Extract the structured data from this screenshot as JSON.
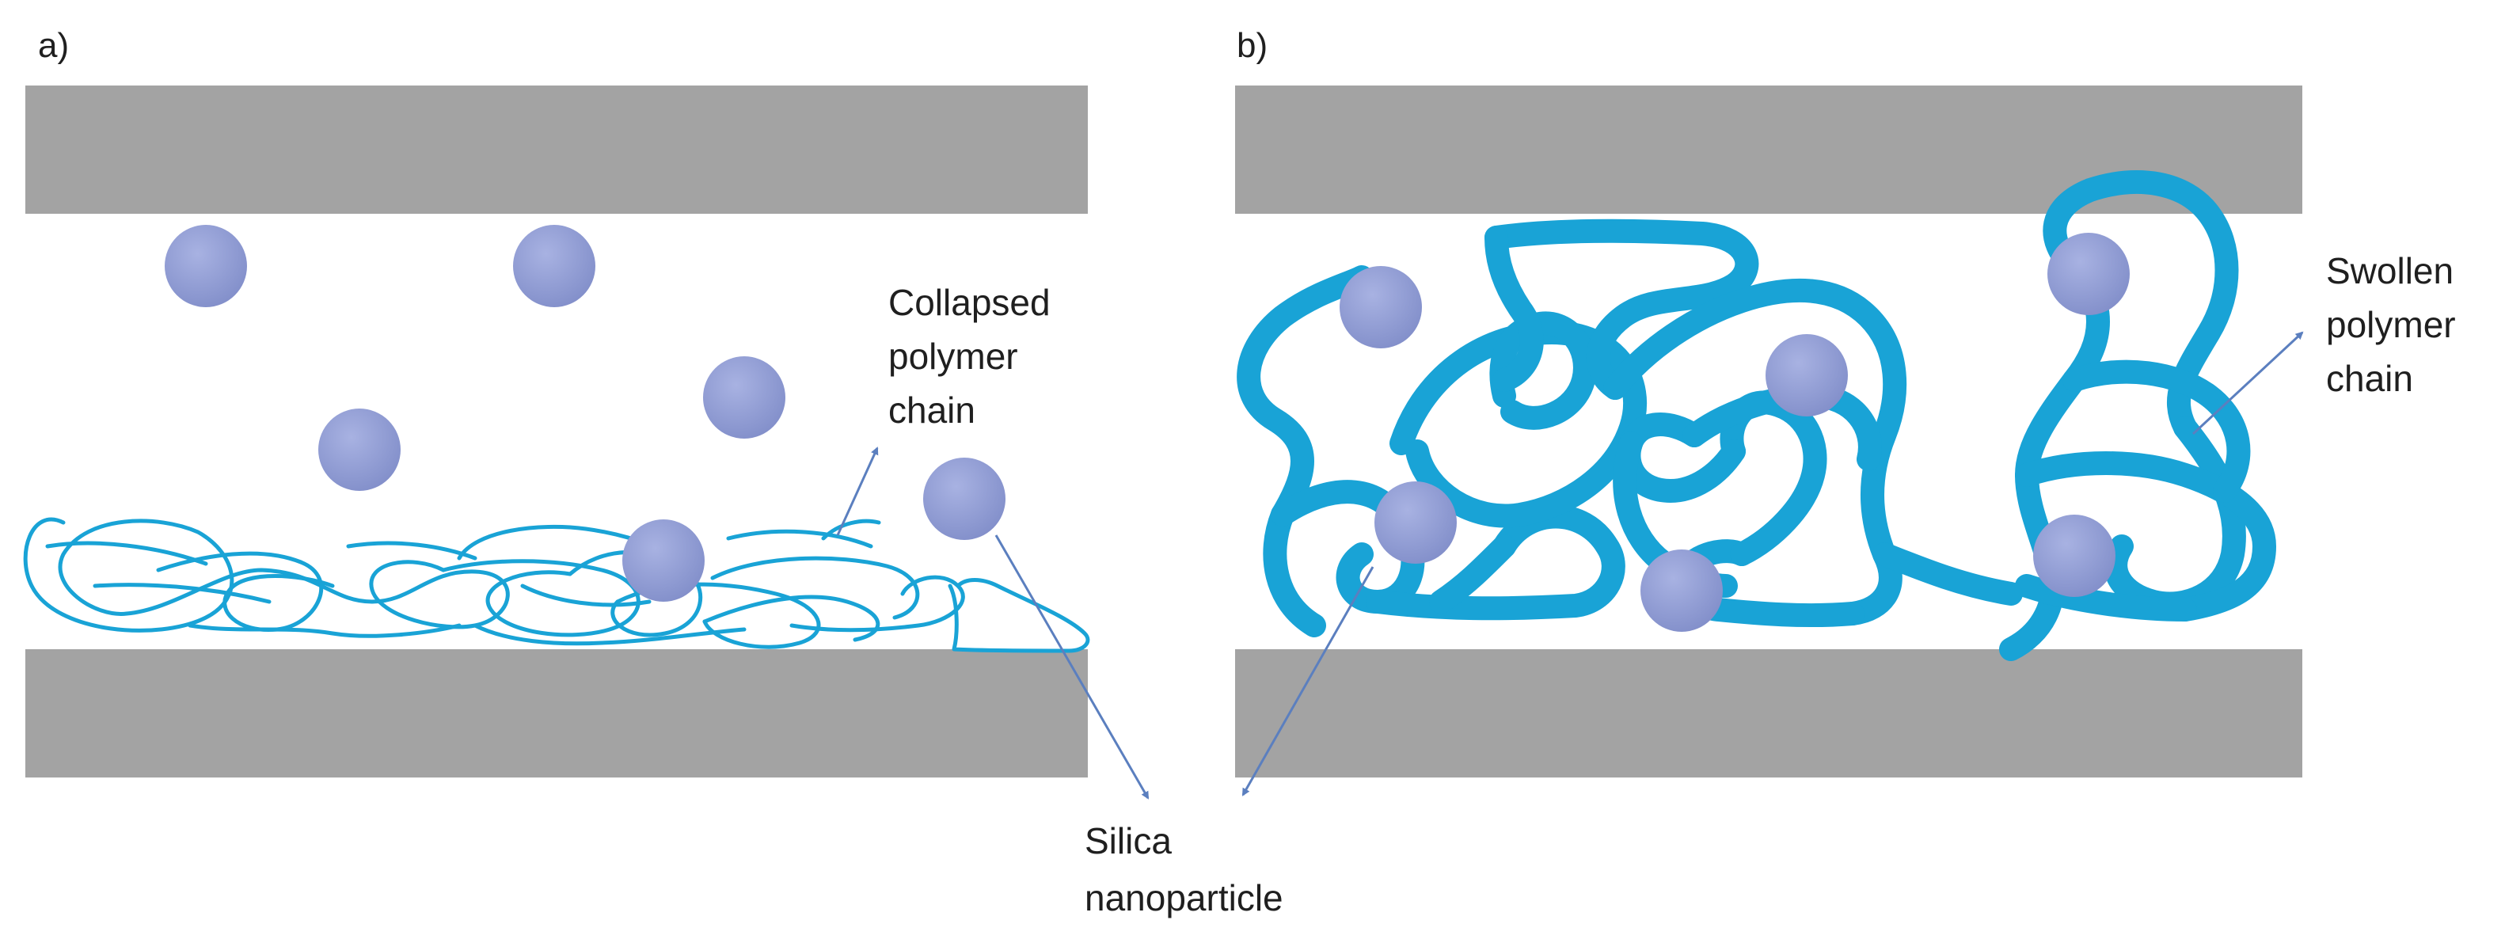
{
  "panels": [
    {
      "letter": "a)"
    },
    {
      "letter": "b)"
    }
  ],
  "labels": {
    "collapsed": [
      "Collapsed",
      "polymer",
      "chain"
    ],
    "swollen": [
      "Swollen",
      "polymer",
      "chain"
    ],
    "silica": [
      "Silica",
      "nanoparticle"
    ]
  },
  "colors": {
    "plate": "#a3a3a3",
    "particle": "#8f9bd3",
    "polymer": "#19a3d6",
    "arrow": "#5b7fbf",
    "background": "#ffffff"
  }
}
